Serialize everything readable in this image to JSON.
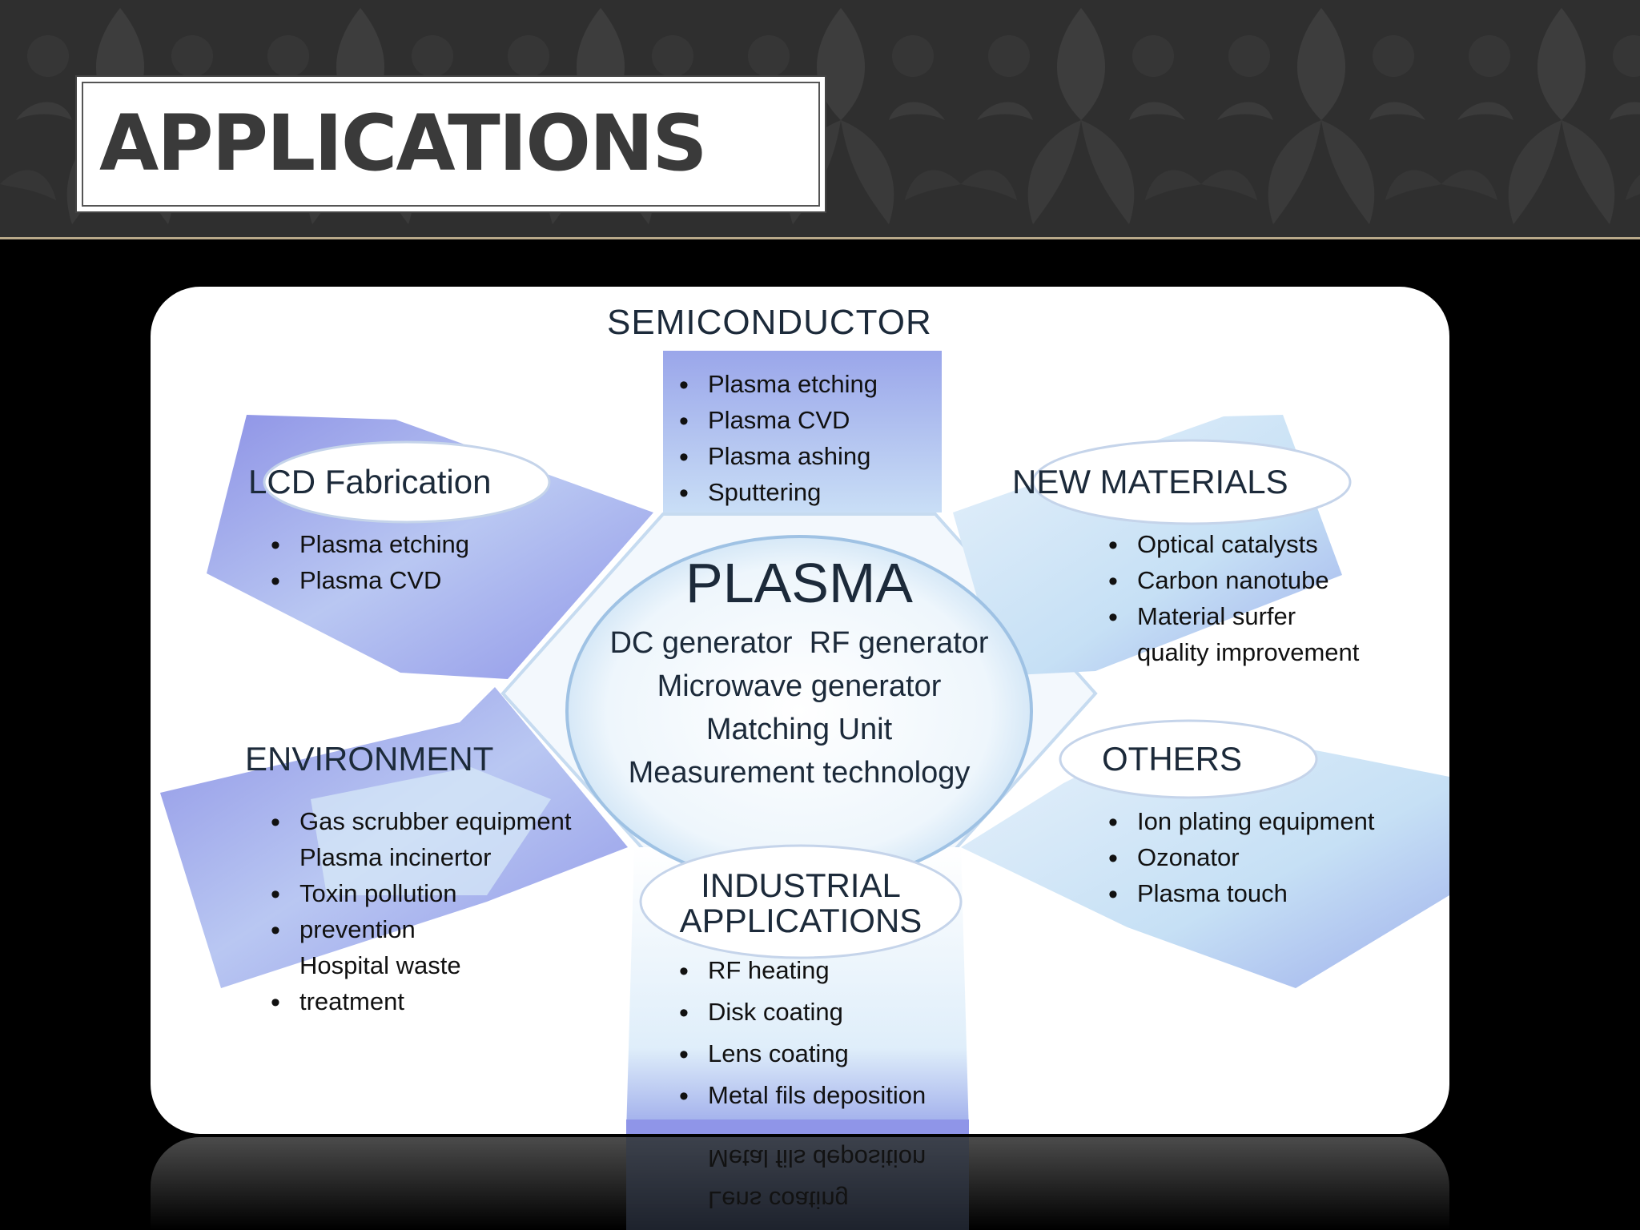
{
  "slide": {
    "title": "APPLICATIONS"
  },
  "diagram": {
    "center": {
      "title": "PLASMA",
      "line1": "DC generator  RF generator",
      "line2": "Microwave generator",
      "line3": "Matching Unit",
      "line4": "Measurement technology"
    },
    "semiconductor": {
      "heading": "SEMICONDUCTOR",
      "items": [
        "Plasma etching",
        "Plasma CVD",
        "Plasma ashing",
        "Sputtering"
      ]
    },
    "lcd": {
      "heading": "LCD Fabrication",
      "items": [
        "Plasma etching",
        "Plasma CVD"
      ]
    },
    "new_materials": {
      "heading": "NEW MATERIALS",
      "items": [
        "Optical catalysts",
        "Carbon nanotube",
        "Material surfer",
        "quality improvement"
      ]
    },
    "environment": {
      "heading": "ENVIRONMENT",
      "items": [
        "Gas scrubber equipment",
        "Plasma incinertor",
        "Toxin pollution",
        "prevention",
        "Hospital waste",
        "treatment"
      ]
    },
    "others": {
      "heading": "OTHERS",
      "items": [
        "Ion plating equipment",
        "Ozonator",
        "Plasma touch"
      ]
    },
    "industrial": {
      "heading_line1": "INDUSTRIAL",
      "heading_line2": "APPLICATIONS",
      "items": [
        "RF heating",
        "Disk coating",
        "Lens coating",
        "Metal fils deposition"
      ]
    },
    "reflection": {
      "line1": "Metal fils deposition",
      "line2": "Lens coating"
    }
  },
  "colors": {
    "panel_blue": "#8f95e8",
    "panel_light": "#cfe6f7",
    "header_bg": "#2f2f2f",
    "title_text": "#3a3a3a"
  }
}
